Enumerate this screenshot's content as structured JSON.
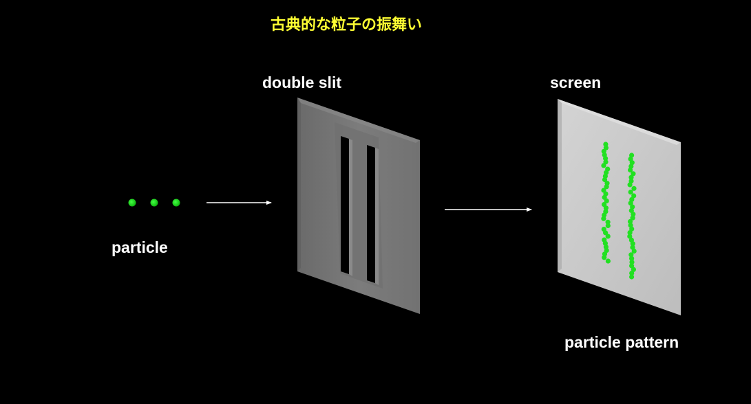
{
  "title": "古典的な粒子の振舞い",
  "labels": {
    "particle": "particle",
    "double_slit": "double slit",
    "screen": "screen",
    "particle_pattern": "particle pattern"
  },
  "colors": {
    "background": "#000000",
    "title": "#ffff33",
    "particle": "#22dd22",
    "slit_plate": "#7a7a7a",
    "screen": "#c8c8c8",
    "arrow": "#ffffff"
  },
  "incoming_particle_count": 3
}
